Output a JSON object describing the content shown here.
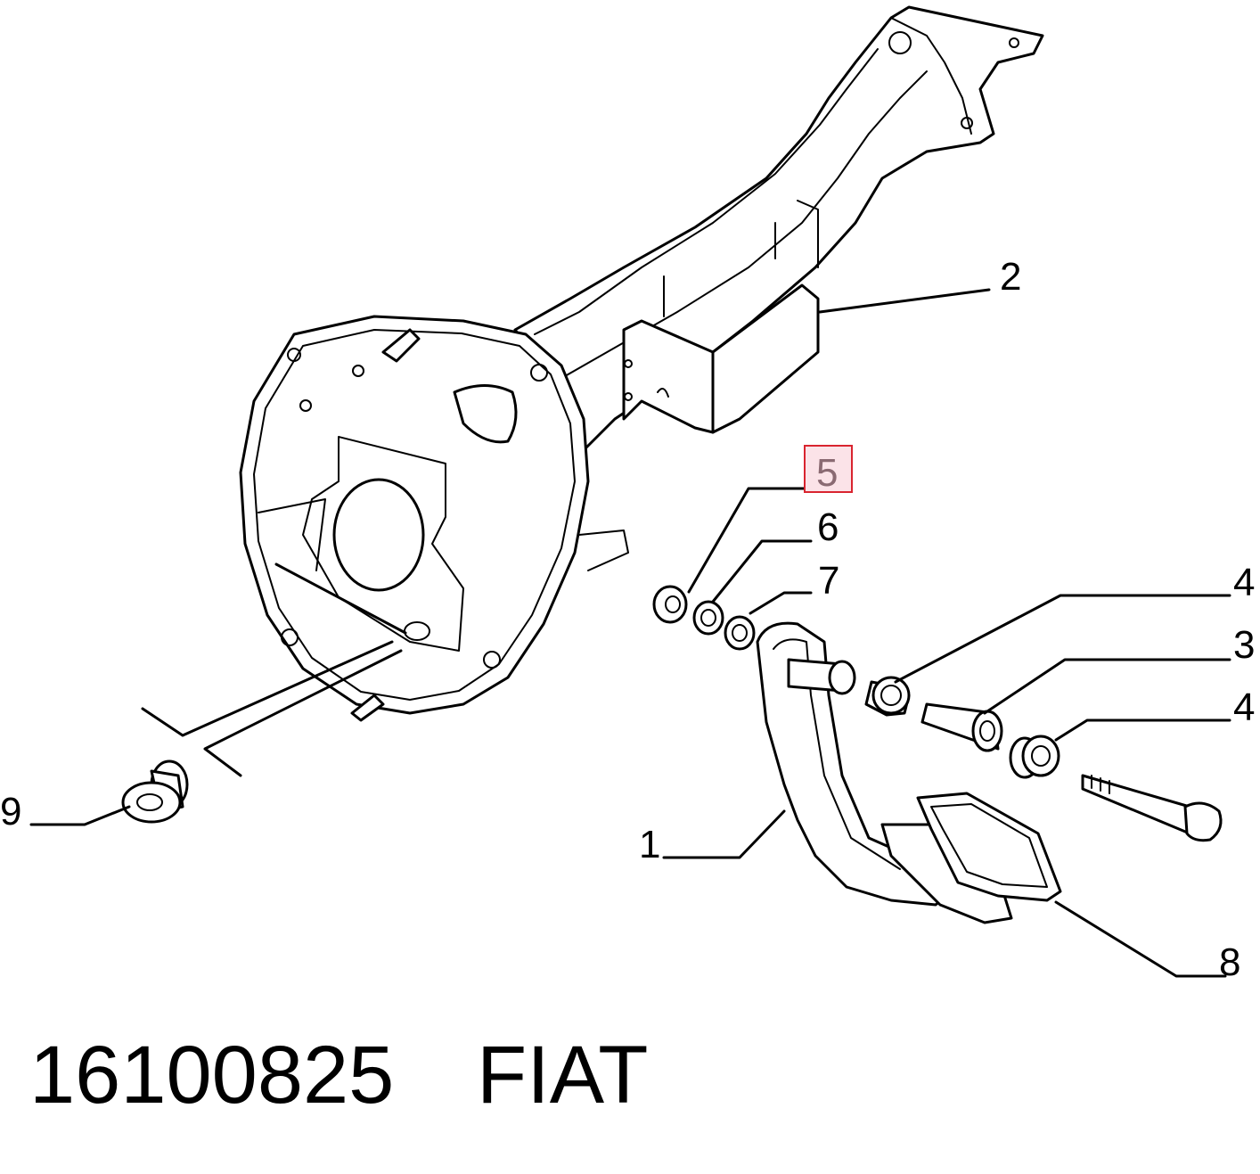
{
  "callouts": {
    "c1": "1",
    "c2": "2",
    "c3": "3",
    "c4a": "4",
    "c4b": "4",
    "c5": "5",
    "c6": "6",
    "c7": "7",
    "c8": "8",
    "c9": "9"
  },
  "highlight": {
    "callout": "5",
    "fill": "#fbe3e8",
    "border": "#d9242f"
  },
  "footer": {
    "part_number": "16100825",
    "brand": "FIAT"
  }
}
